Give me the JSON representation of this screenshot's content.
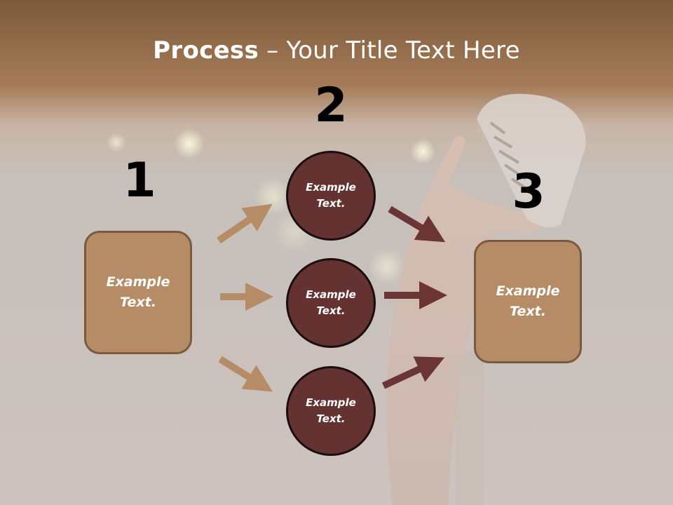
{
  "title": {
    "bold": "Process",
    "rest": " – Your Title Text Here"
  },
  "steps": [
    {
      "number": "1",
      "text": "Example\nText."
    },
    {
      "number": "2",
      "text": "Example\nText."
    },
    {
      "number": "3",
      "text": "Example\nText."
    }
  ],
  "circles": [
    {
      "text": "Example\nText."
    },
    {
      "text": "Example\nText."
    },
    {
      "text": "Example\nText."
    }
  ],
  "colors": {
    "box_fill": "#b58c66",
    "box_border": "#7a5a3e",
    "circle_fill": "#653232",
    "arrow_light": "#b58c66",
    "arrow_dark": "#6b3535",
    "header_band": "#8f6a48"
  },
  "background": {
    "description_icon": "microphone-hand-photo"
  }
}
